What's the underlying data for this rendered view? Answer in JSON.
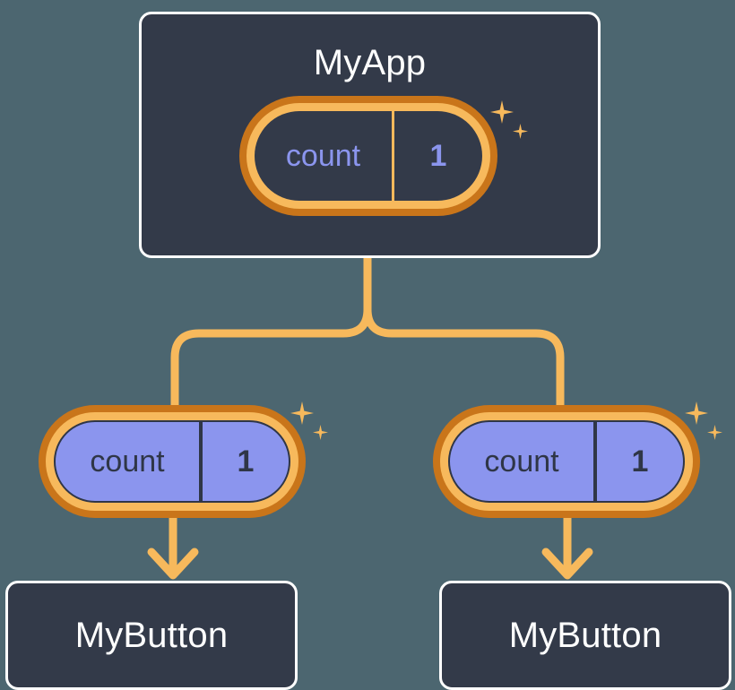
{
  "diagram": {
    "title_text": "MyApp",
    "background_color": "#4C6670",
    "card_fill": "#333A49",
    "card_border": "#FFFFFF",
    "pill_outer_ring": "#C9751A",
    "pill_inner_ring": "#F7B95C",
    "pill_purple_fill": "#8B95EE",
    "accent_text": "#8B95EE",
    "dark_text": "#2F3647",
    "wire_color": "#F7B95C"
  },
  "root": {
    "label": "MyApp",
    "state": {
      "key": "count",
      "value": "1"
    },
    "sparkle_icon": "sparkles-icon"
  },
  "consumers": [
    {
      "state": {
        "key": "count",
        "value": "1"
      },
      "component_label": "MyButton",
      "sparkle_icon": "sparkles-icon",
      "arrow_icon": "arrow-down-icon"
    },
    {
      "state": {
        "key": "count",
        "value": "1"
      },
      "component_label": "MyButton",
      "sparkle_icon": "sparkles-icon",
      "arrow_icon": "arrow-down-icon"
    }
  ],
  "connectors": {
    "trunk_icon": "tree-branch-connector",
    "description": "MyApp state flows down and branches to both consumer pills"
  }
}
